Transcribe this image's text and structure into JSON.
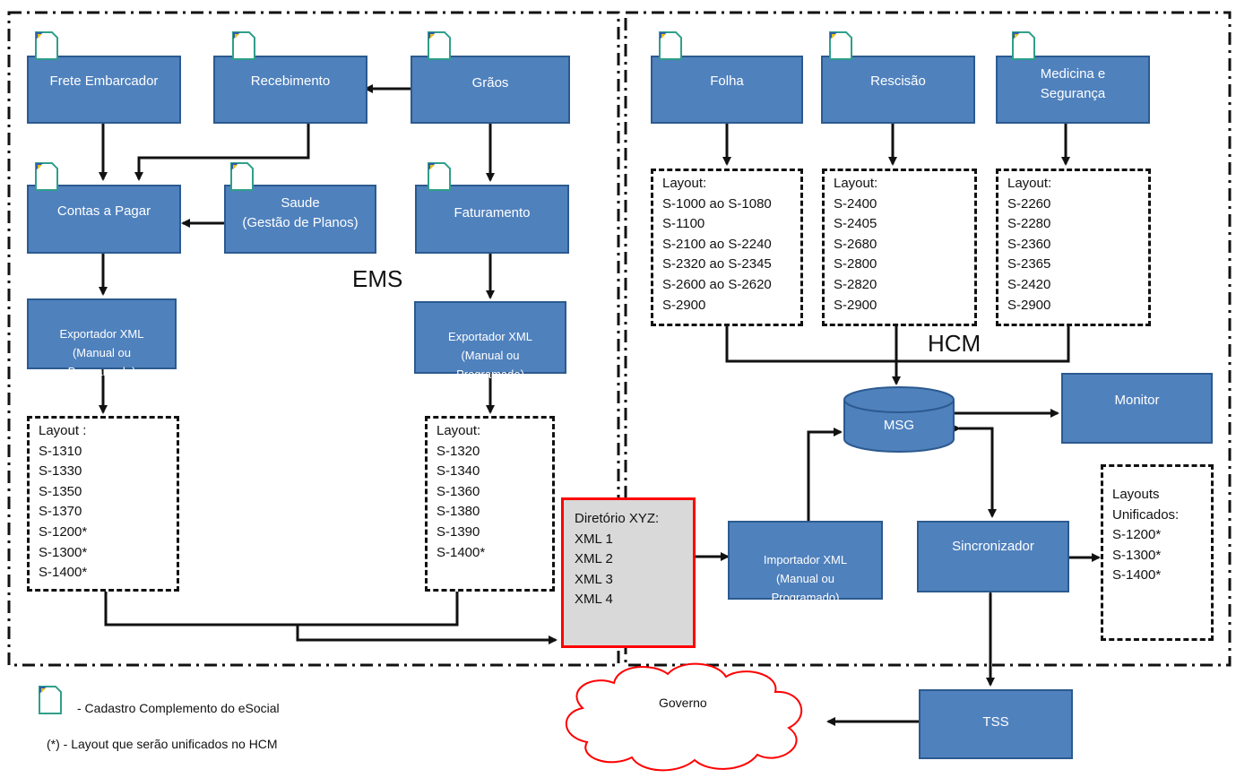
{
  "regions": {
    "ems_label": "EMS",
    "hcm_label": "HCM"
  },
  "ems": {
    "frete": "Frete Embarcador",
    "recebimento": "Recebimento",
    "graos": "Grãos",
    "contas_pagar": "Contas a Pagar",
    "saude_line1": "Saude",
    "saude_line2": "(Gestão de Planos)",
    "faturamento": "Faturamento",
    "exportador_left": [
      "Exportador XML",
      "(Manual ou",
      "Programado)"
    ],
    "exportador_right": [
      "Exportador XML",
      "(Manual ou",
      "Programado)"
    ],
    "layout_left": [
      "Layout :",
      "S-1310",
      "S-1330",
      "S-1350",
      "S-1370",
      "S-1200*",
      "S-1300*",
      "S-1400*"
    ],
    "layout_right": [
      "Layout:",
      "S-1320",
      "S-1340",
      "S-1360",
      "S-1380",
      "S-1390",
      "S-1400*"
    ]
  },
  "diretorio": {
    "title": "Diretório XYZ:",
    "items": [
      "XML 1",
      "XML 2",
      "XML 3",
      "XML 4"
    ]
  },
  "hcm": {
    "folha": "Folha",
    "rescisao": "Rescisão",
    "medicina_line1": "Medicina e",
    "medicina_line2": "Segurança",
    "layout_folha": [
      "Layout:",
      "S-1000 ao S-1080",
      "S-1100",
      "S-2100 ao S-2240",
      "S-2320 ao S-2345",
      "S-2600 ao S-2620",
      "S-2900"
    ],
    "layout_rescisao": [
      "Layout:",
      "S-2400",
      "S-2405",
      "S-2680",
      "S-2800",
      "S-2820",
      "S-2900"
    ],
    "layout_medicina": [
      "Layout:",
      "S-2260",
      "S-2280",
      "S-2360",
      "S-2365",
      "S-2420",
      "S-2900"
    ],
    "msg": "MSG",
    "monitor": "Monitor",
    "importador": [
      "Importador XML",
      "(Manual ou",
      "Programado)"
    ],
    "sincronizador": "Sincronizador",
    "layouts_unificados": [
      "Layouts",
      "Unificados:",
      "S-1200*",
      "S-1300*",
      "S-1400*"
    ],
    "tss": "TSS",
    "governo": "Governo"
  },
  "legend": {
    "icon_text": "- Cadastro Complemento do eSocial",
    "asterisk_text": "(*) - Layout que serão unificados no HCM"
  },
  "colors": {
    "box_fill": "#4f81bd",
    "box_border": "#2c5a8f",
    "cloud_border": "#ff0000",
    "dir_fill": "#d9d9d9",
    "dir_border": "#ff0000"
  }
}
